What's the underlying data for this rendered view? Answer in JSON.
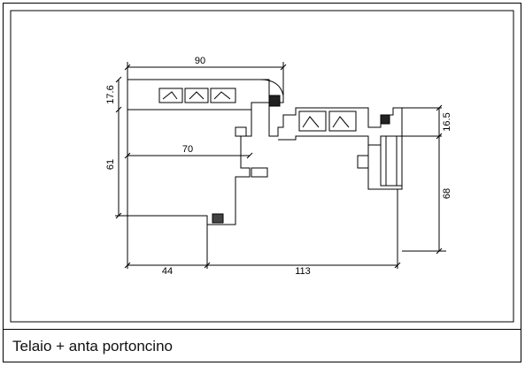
{
  "caption": "Telaio + anta portoncino",
  "dimensions": {
    "top_width": "90",
    "left_top_height": "17.6",
    "left_height": "61",
    "inner_width": "70",
    "right_top_height": "16.5",
    "right_height": "68",
    "bottom_left": "44",
    "bottom_right": "113"
  }
}
